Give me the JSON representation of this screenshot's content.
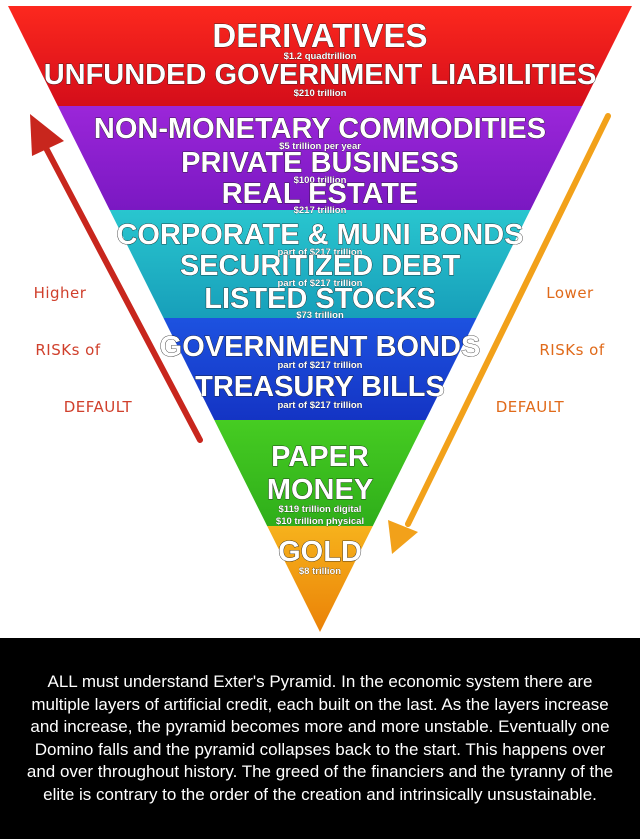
{
  "layers": {
    "derivatives": {
      "title": "DERIVATIVES",
      "value": "$1.2 quadtrillion"
    },
    "unfunded": {
      "title": "UNFUNDED GOVERNMENT LIABILITIES",
      "value": "$210 trillion"
    },
    "non_monetary": {
      "title": "NON-MONETARY COMMODITIES",
      "value": "$5 trillion per year"
    },
    "private_business": {
      "title": "PRIVATE BUSINESS",
      "value": "$100 trillion"
    },
    "real_estate": {
      "title": "REAL ESTATE",
      "value": "$217 trillion"
    },
    "corporate_bonds": {
      "title": "CORPORATE & MUNI BONDS",
      "value": "part of $217 trillion"
    },
    "securitized": {
      "title": "SECURITIZED DEBT",
      "value": "part of $217 trillion"
    },
    "listed_stocks": {
      "title": "LISTED STOCKS",
      "value": "$73 trillion"
    },
    "gov_bonds": {
      "title": "GOVERNMENT BONDS",
      "value": "part of $217 trillion"
    },
    "treasury_bills": {
      "title": "TREASURY BILLS",
      "value": "part of $217 trillion"
    },
    "paper": {
      "title": "PAPER",
      "title2": "MONEY",
      "value": "$119 trillion digital",
      "value2": "$10 trillion physical"
    },
    "gold": {
      "title": "GOLD",
      "value": "$8 trillion"
    }
  },
  "left_label": {
    "line1": "Higher",
    "line2": "RISKs of",
    "line3": "DEFAULT"
  },
  "right_label": {
    "line1": "Lower",
    "line2": "RISKs of",
    "line3": "DEFAULT"
  },
  "colors": {
    "red": "#e8141b",
    "purple": "#8d1fd0",
    "teal": "#1fb7c4",
    "blue": "#1746d6",
    "green": "#3cc21e",
    "orange": "#f39a0b",
    "left_arrow": "#c8261d",
    "right_arrow": "#f2a11a",
    "caption_bg": "#000000"
  },
  "caption": "ALL must understand Exter's Pyramid. In the economic system there are multiple layers of artificial credit, each built on the last. As the layers increase and increase, the pyramid becomes more and more unstable. Eventually one Domino falls and the pyramid collapses back to the start. This happens over and over throughout history. The greed of the financiers and the tyranny of the elite is contrary to the order of the creation and intrinsically unsustainable."
}
